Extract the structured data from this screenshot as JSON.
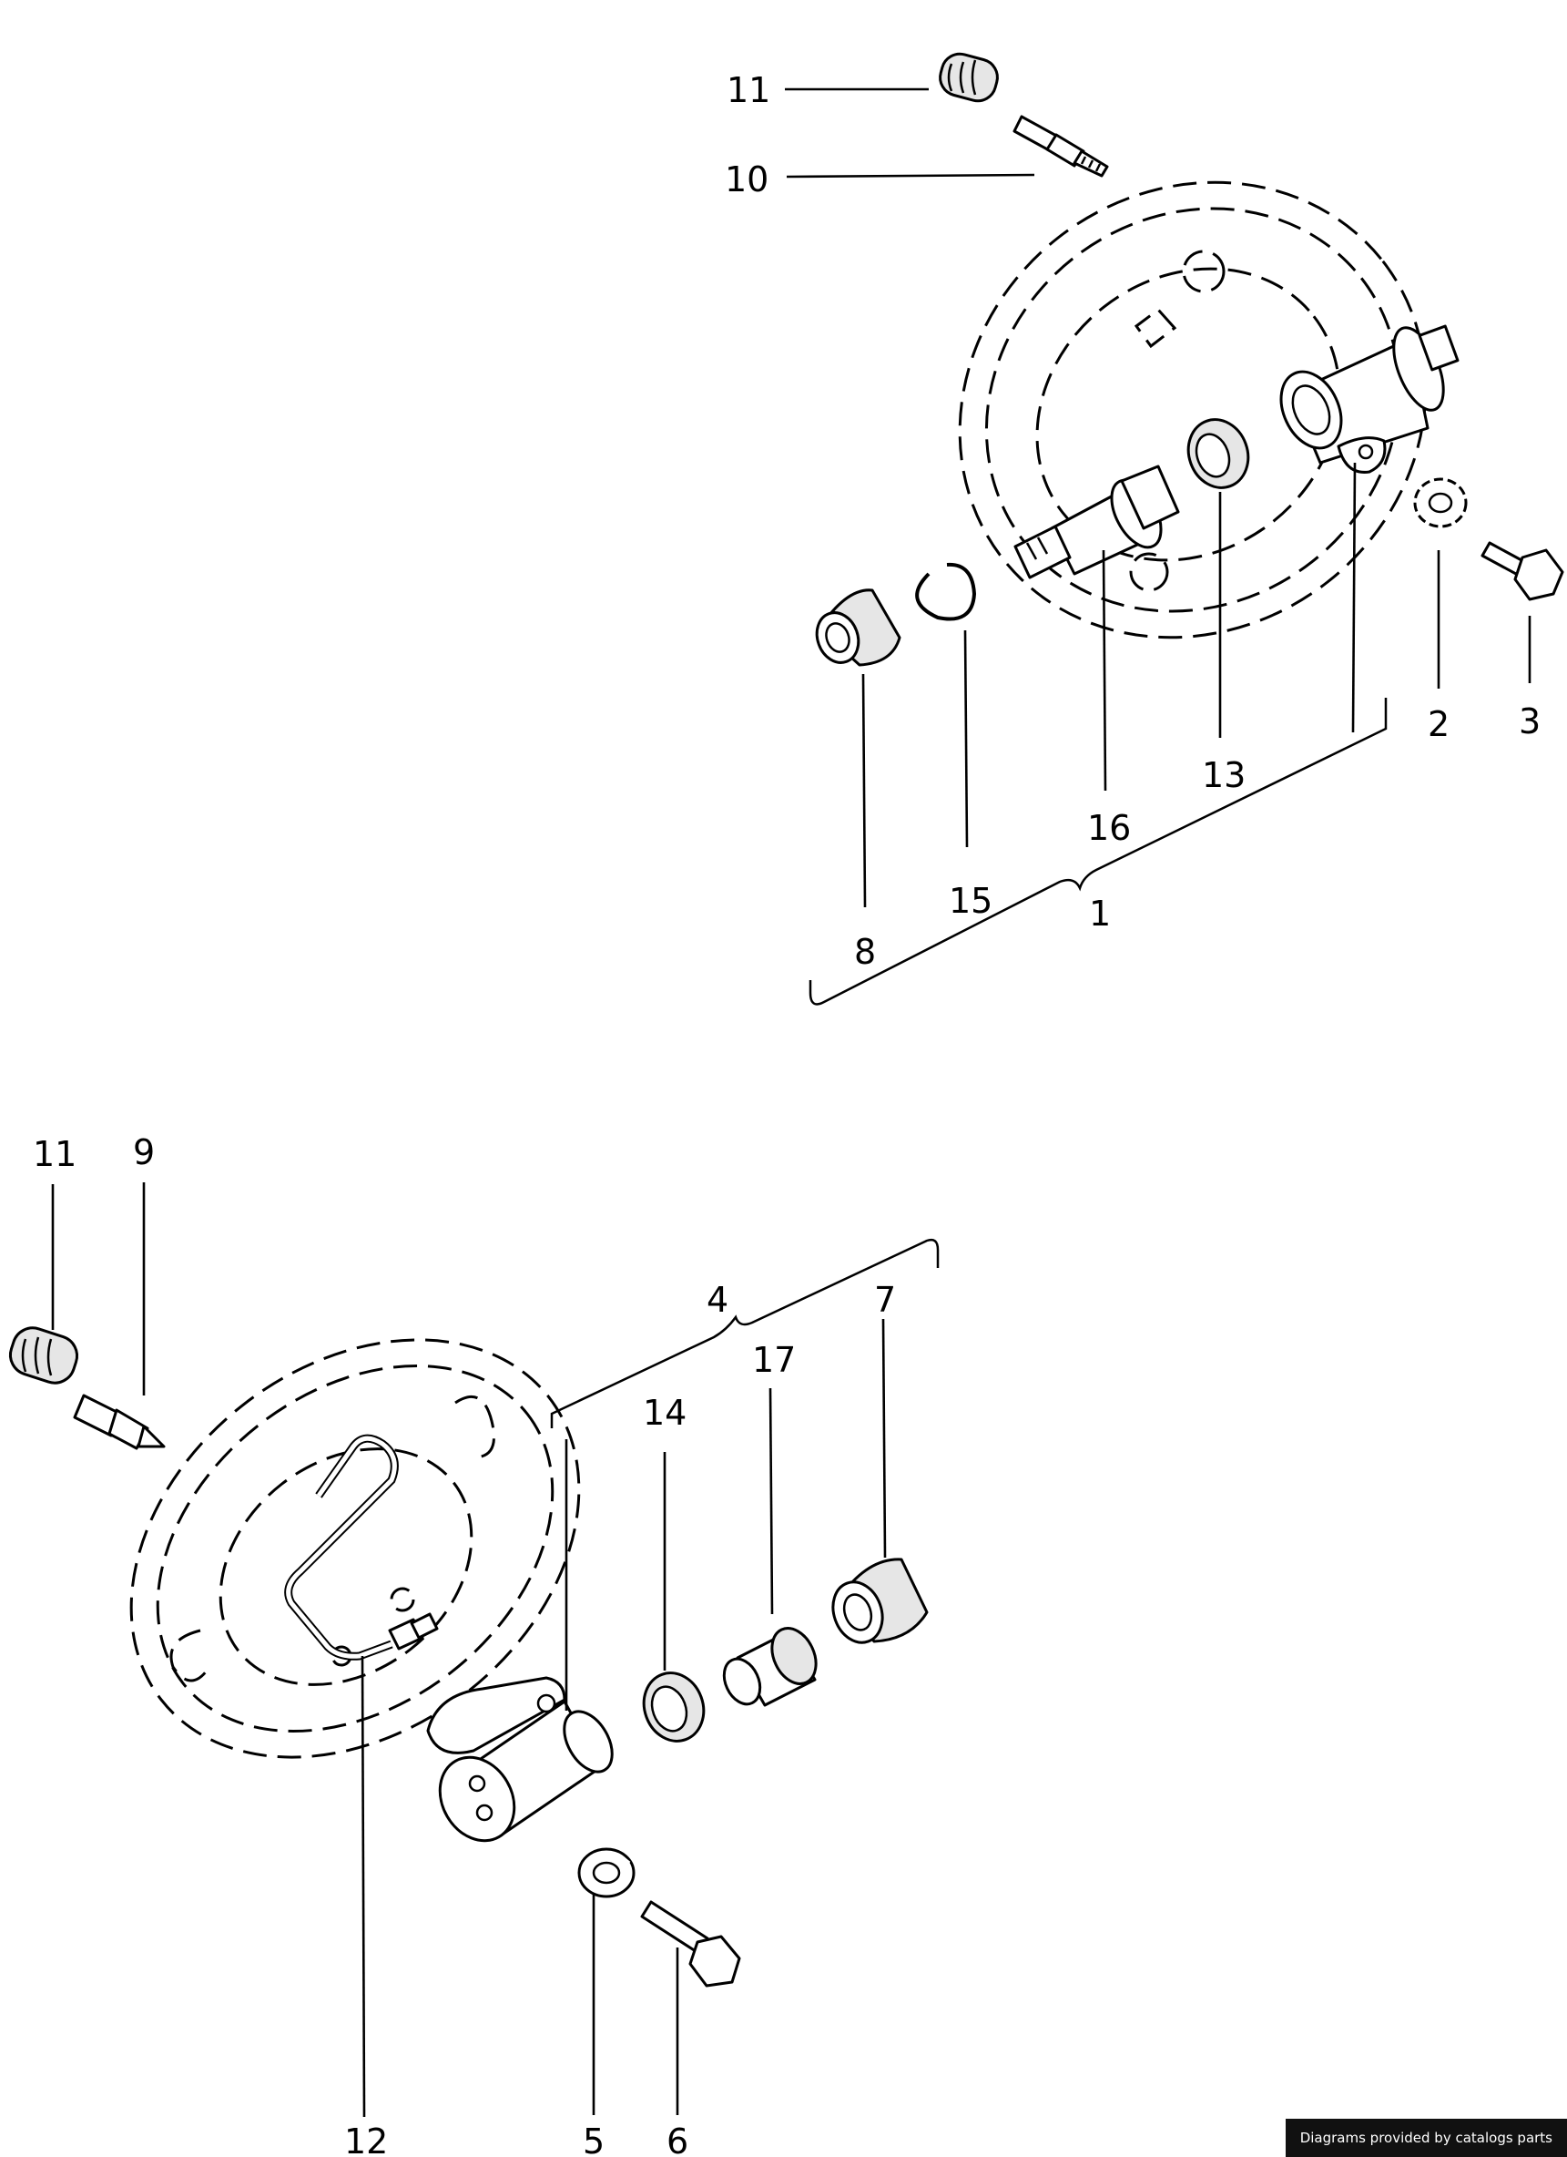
{
  "callouts": {
    "c1": "1",
    "c2": "2",
    "c3": "3",
    "c4": "4",
    "c5": "5",
    "c6": "6",
    "c7": "7",
    "c8": "8",
    "c9": "9",
    "c10": "10",
    "c11a": "11",
    "c11b": "11",
    "c12": "12",
    "c13": "13",
    "c14": "14",
    "c15": "15",
    "c16": "16",
    "c17": "17"
  },
  "credit": "Diagrams provided by catalogs parts"
}
